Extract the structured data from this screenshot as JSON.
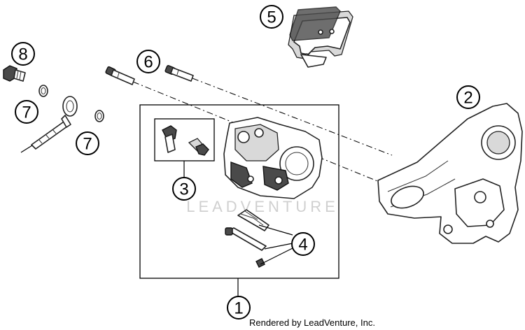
{
  "callouts": {
    "c1": "1",
    "c2": "2",
    "c3": "3",
    "c4": "4",
    "c5": "5",
    "c6": "6",
    "c7a": "7",
    "c7b": "7",
    "c8": "8"
  },
  "watermark": "LEADVENTURE",
  "credit": "Rendered by LeadVenture, Inc."
}
